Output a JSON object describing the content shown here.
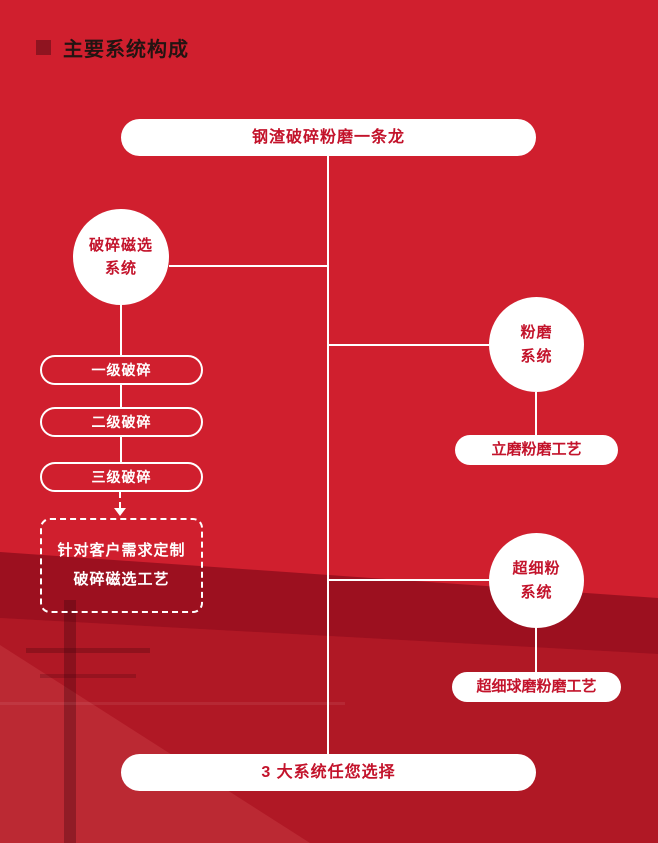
{
  "title": {
    "text": "主要系统构成"
  },
  "icons": {
    "title_bullet_icon": "square"
  },
  "colors": {
    "background": "#d01f2e",
    "band": "#8e0d1c",
    "deep_red_text": "#c3132b",
    "title_text": "#231412",
    "title_bullet": "#8f1420",
    "connector_line": "#ffffff"
  },
  "diagram": {
    "root_label": "钢渣破碎粉磨一条龙",
    "footer_label": "3 大系统任您选择",
    "left_branch": {
      "circle_line1": "破碎磁选",
      "circle_line2": "系统",
      "stages": [
        "一级破碎",
        "二级破碎",
        "三级破碎"
      ],
      "note_line1": "针对客户需求定制",
      "note_line2": "破碎磁选工艺"
    },
    "mid_branch": {
      "circle_line1": "粉磨",
      "circle_line2": "系统",
      "result": "立磨粉磨工艺"
    },
    "bottom_branch": {
      "circle_line1": "超细粉",
      "circle_line2": "系统",
      "result": "超细球磨粉磨工艺"
    }
  }
}
